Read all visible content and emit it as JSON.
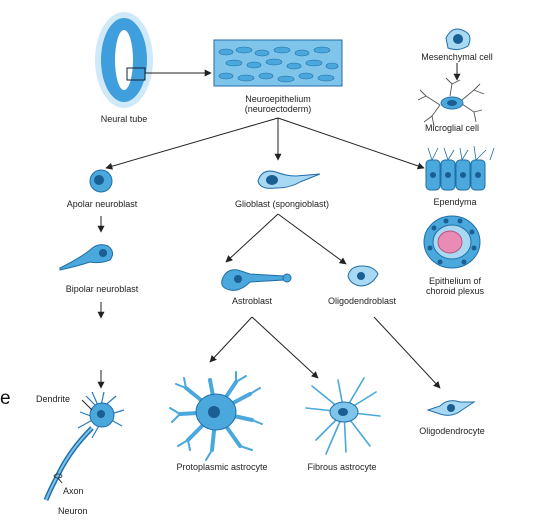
{
  "labels": {
    "neural_tube": "Neural tube",
    "neuroepithelium_line1": "Neuroepithelium",
    "neuroepithelium_line2": "(neuroectoderm)",
    "mesenchymal_cell": "Mesenchymal cell",
    "microglial_cell": "Microglial cell",
    "apolar_neuroblast": "Apolar neuroblast",
    "glioblast": "Glioblast (spongioblast)",
    "ependyma": "Ependyma",
    "bipolar_neuroblast": "Bipolar neuroblast",
    "astroblast": "Astroblast",
    "oligodendroblast": "Oligodendroblast",
    "choroid_line1": "Epithelium of",
    "choroid_line2": "choroid plexus",
    "dendrite": "Dendrite",
    "axon": "Axon",
    "neuron": "Neuron",
    "protoplasmic_astrocyte": "Protoplasmic astrocyte",
    "fibrous_astrocyte": "Fibrous astrocyte",
    "oligodendrocyte": "Oligodendrocyte",
    "stray_letter": "e"
  },
  "colors": {
    "cell_fill": "#4aa8dc",
    "cell_light": "#a9d8f2",
    "cell_dark": "#1f6fa8",
    "nucleus": "#1a5e93",
    "choroid_pink": "#e88bb5",
    "arrow": "#222222",
    "text": "#222222"
  }
}
